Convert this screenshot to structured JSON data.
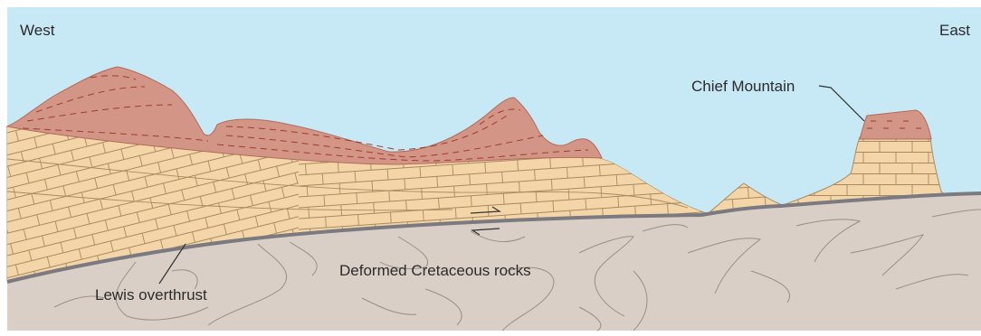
{
  "labels": {
    "west": "West",
    "east": "East",
    "chief_mountain": "Chief Mountain",
    "deformed_rocks": "Deformed Cretaceous rocks",
    "lewis_overthrust": "Lewis overthrust"
  },
  "colors": {
    "sky": "#c7e8f5",
    "upper_layer": "#d39686",
    "upper_layer_stroke": "#b36a5a",
    "limestone": "#f3d5a8",
    "limestone_lines": "#a88a62",
    "basement": "#d9cfc6",
    "fault": "#7a7a80",
    "folds": "#9a8f86"
  }
}
